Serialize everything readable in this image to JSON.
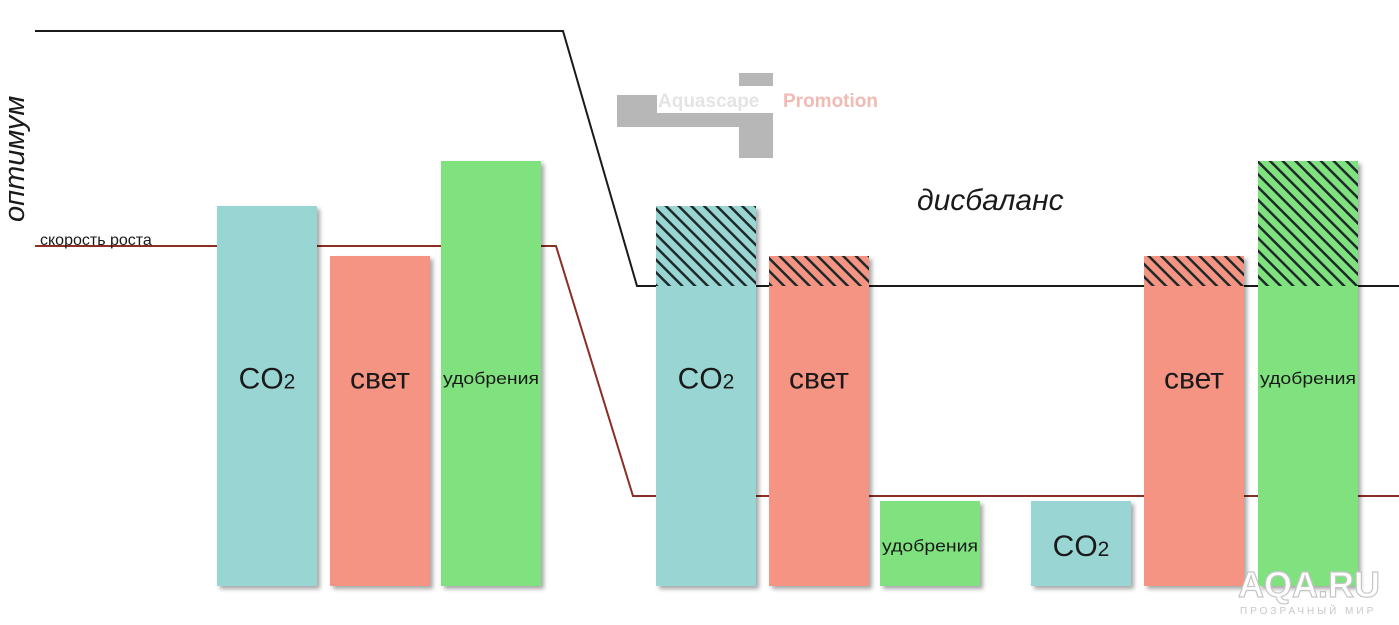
{
  "labels": {
    "optimum": "оптимум",
    "growth_rate": "скорость роста",
    "imbalance": "дисбаланс"
  },
  "watermark": {
    "part1": "Aquascape",
    "part2": "Promotion",
    "site": "AQA.RU",
    "site_tagline": "ПРОЗРАЧНЫЙ МИР"
  },
  "colors": {
    "co2": "#99d5d3",
    "light": "#f69484",
    "fertilizer": "#7fe27f",
    "optimum_line": "#1a1a1a",
    "growth_line": "#8b2e24"
  },
  "chart_data": {
    "type": "bar",
    "groups": [
      {
        "name": "",
        "bars": [
          {
            "label": "CO2",
            "kind": "co2",
            "value": 7.6,
            "hatched": 0
          },
          {
            "label": "свет",
            "kind": "light",
            "value": 6.6,
            "hatched": 0
          },
          {
            "label": "удобрения",
            "kind": "fertilizer",
            "value": 8.5,
            "hatched": 0
          }
        ]
      },
      {
        "name": "",
        "bars": [
          {
            "label": "CO2",
            "kind": "co2",
            "value": 7.6,
            "hatched": 1.6
          },
          {
            "label": "свет",
            "kind": "light",
            "value": 6.6,
            "hatched": 0.6
          },
          {
            "label": "удобрения",
            "kind": "fertilizer",
            "value": 1.7,
            "hatched": 0
          }
        ]
      },
      {
        "name": "",
        "bars": [
          {
            "label": "CO2",
            "kind": "co2",
            "value": 1.7,
            "hatched": 0
          },
          {
            "label": "свет",
            "kind": "light",
            "value": 6.6,
            "hatched": 0.6
          },
          {
            "label": "удобрения",
            "kind": "fertilizer",
            "value": 8.5,
            "hatched": 2.5
          }
        ]
      }
    ],
    "optimum_level": [
      11.1,
      6.0,
      6.0
    ],
    "growth_rate_level": [
      6.8,
      1.8,
      1.8
    ]
  }
}
